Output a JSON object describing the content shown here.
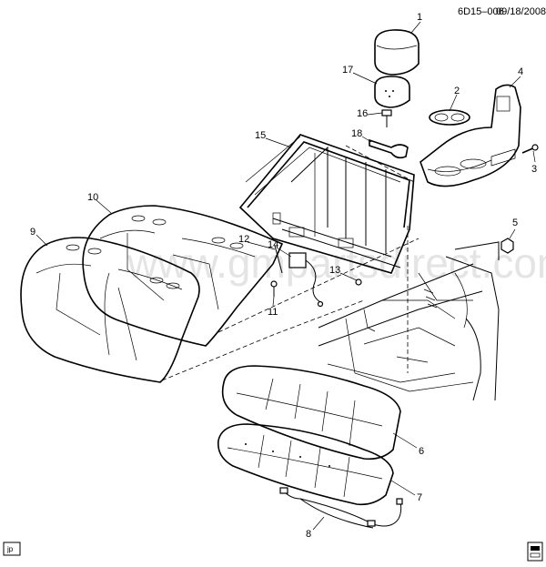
{
  "header": {
    "code": "6D15–006",
    "date": "09/18/2008"
  },
  "watermark": "www.gmpartsdirect.com",
  "footer": {
    "left_tag": "jp"
  },
  "callouts": [
    "1",
    "2",
    "3",
    "4",
    "5",
    "6",
    "7",
    "8",
    "9",
    "10",
    "11",
    "12",
    "13",
    "14",
    "15",
    "16",
    "17",
    "18"
  ]
}
